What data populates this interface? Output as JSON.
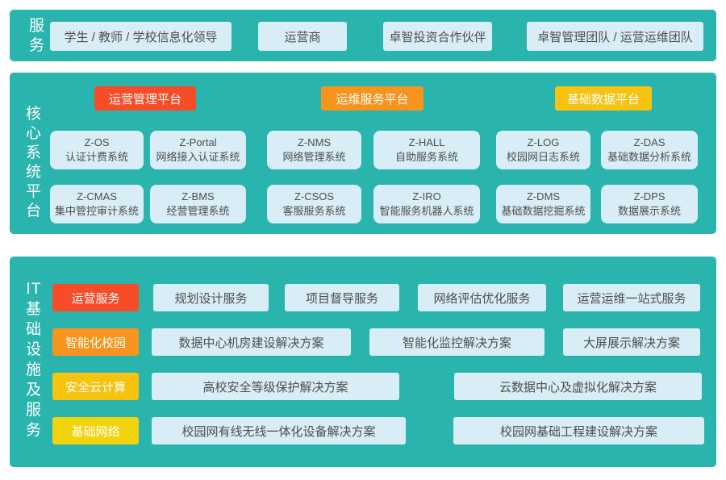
{
  "colors": {
    "teal": "#29b4ad",
    "box": "#d8edf5",
    "red": "#f74c28",
    "orange": "#f7941d",
    "yellow": "#f7c311",
    "lemon": "#f2d40e"
  },
  "services": {
    "label": "服\n务",
    "boxes": [
      "学生 / 教师 / 学校信息化领导",
      "运营商",
      "卓智投资合作伙伴",
      "卓智管理团队 / 运营运维团队"
    ]
  },
  "core": {
    "label": "核\n心\n系\n统\n平\n台",
    "platforms": [
      {
        "name": "运营管理平台",
        "color": "#f74c28"
      },
      {
        "name": "运维服务平台",
        "color": "#f7941d"
      },
      {
        "name": "基础数据平台",
        "color": "#f7c311"
      }
    ],
    "row1": [
      {
        "code": "Z-OS",
        "name": "认证计费系统"
      },
      {
        "code": "Z-Portal",
        "name": "网络接入认证系统"
      },
      {
        "code": "Z-NMS",
        "name": "网络管理系统"
      },
      {
        "code": "Z-HALL",
        "name": "自助服务系统"
      },
      {
        "code": "Z-LOG",
        "name": "校园网日志系统"
      },
      {
        "code": "Z-DAS",
        "name": "基础数据分析系统"
      }
    ],
    "row2": [
      {
        "code": "Z-CMAS",
        "name": "集中管控审计系统"
      },
      {
        "code": "Z-BMS",
        "name": "经营管理系统"
      },
      {
        "code": "Z-CSOS",
        "name": "客服服务系统"
      },
      {
        "code": "Z-IRO",
        "name": "智能服务机器人系统"
      },
      {
        "code": "Z-DMS",
        "name": "基础数据挖掘系统"
      },
      {
        "code": "Z-DPS",
        "name": "数据展示系统"
      }
    ]
  },
  "infra": {
    "label": "IT\n基\n础\n设\n施\n及\n服\n务",
    "rows": [
      {
        "tag": "运营服务",
        "tag_color": "#f74c28",
        "items": [
          "规划设计服务",
          "项目督导服务",
          "网络评估优化服务",
          "运营运维一站式服务"
        ]
      },
      {
        "tag": "智能化校园",
        "tag_color": "#f7941d",
        "items": [
          "数据中心机房建设解决方案",
          "智能化监控解决方案",
          "大屏展示解决方案"
        ]
      },
      {
        "tag": "安全云计算",
        "tag_color": "#f7c311",
        "items": [
          "高校安全等级保护解决方案",
          "云数据中心及虚拟化解决方案"
        ]
      },
      {
        "tag": "基础网络",
        "tag_color": "#f2d40e",
        "items": [
          "校园网有线无线一体化设备解决方案",
          "校园网基础工程建设解决方案"
        ]
      }
    ]
  }
}
